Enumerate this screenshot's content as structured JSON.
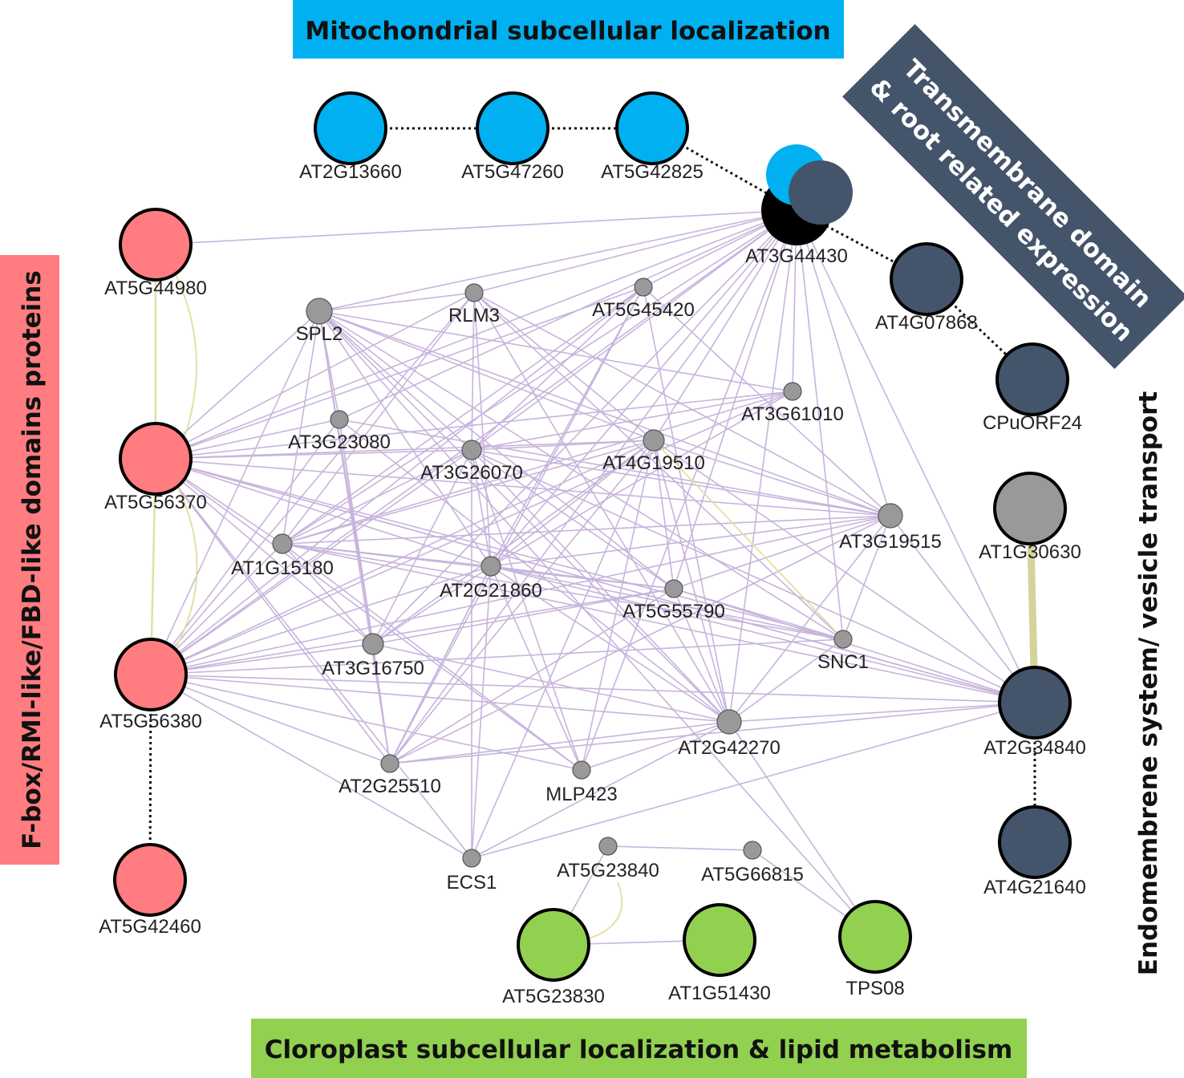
{
  "groups": {
    "mitochondrial": {
      "label": "Mitochondrial subcellular localization",
      "color": "#00b0f0"
    },
    "transmembrane": {
      "line1": "Transmembrane domain",
      "line2": "& root related expression",
      "color": "#44546a"
    },
    "fbox": {
      "label": "F-box/RMI-like/FBD-like domains proteins",
      "color": "#ff7c80"
    },
    "endomembrane": {
      "label": "Endomembrene system/  vesicle transport"
    },
    "chloroplast": {
      "label": "Cloroplast subcellular localization & lipid metabolism",
      "color": "#92d050"
    }
  },
  "colors": {
    "gray_node": "#999999",
    "dark_node": "#44546a",
    "blue_node": "#00b0f0",
    "red_node": "#ff7c80",
    "green_node": "#92d050",
    "edge_interaction": "#c8b4dc",
    "edge_coexpression": "#e4dfa4",
    "edge_link": "#111111"
  },
  "nodes": [
    {
      "id": "AT2G13660",
      "label": "AT2G13660"
    },
    {
      "id": "AT5G47260",
      "label": "AT5G47260"
    },
    {
      "id": "AT5G42825",
      "label": "AT5G42825"
    },
    {
      "id": "AT3G44430",
      "label": "AT3G44430"
    },
    {
      "id": "AT4G07868",
      "label": "AT4G07868"
    },
    {
      "id": "CPuORF24",
      "label": "CPuORF24"
    },
    {
      "id": "AT1G30630",
      "label": "AT1G30630"
    },
    {
      "id": "AT2G34840",
      "label": "AT2G34840"
    },
    {
      "id": "AT4G21640",
      "label": "AT4G21640"
    },
    {
      "id": "AT5G44980",
      "label": "AT5G44980"
    },
    {
      "id": "AT5G56370",
      "label": "AT5G56370"
    },
    {
      "id": "AT5G56380",
      "label": "AT5G56380"
    },
    {
      "id": "AT5G42460",
      "label": "AT5G42460"
    },
    {
      "id": "SPL2",
      "label": "SPL2"
    },
    {
      "id": "RLM3",
      "label": "RLM3"
    },
    {
      "id": "AT5G45420",
      "label": "AT5G45420"
    },
    {
      "id": "AT3G61010",
      "label": "AT3G61010"
    },
    {
      "id": "AT3G23080",
      "label": "AT3G23080"
    },
    {
      "id": "AT3G26070",
      "label": "AT3G26070"
    },
    {
      "id": "AT4G19510",
      "label": "AT4G19510"
    },
    {
      "id": "AT3G19515",
      "label": "AT3G19515"
    },
    {
      "id": "AT1G15180",
      "label": "AT1G15180"
    },
    {
      "id": "AT2G21860",
      "label": "AT2G21860"
    },
    {
      "id": "AT5G55790",
      "label": "AT5G55790"
    },
    {
      "id": "SNC1",
      "label": "SNC1"
    },
    {
      "id": "AT3G16750",
      "label": "AT3G16750"
    },
    {
      "id": "AT2G42270",
      "label": "AT2G42270"
    },
    {
      "id": "AT2G25510",
      "label": "AT2G25510"
    },
    {
      "id": "MLP423",
      "label": "MLP423"
    },
    {
      "id": "ECS1",
      "label": "ECS1"
    },
    {
      "id": "AT5G23840",
      "label": "AT5G23840"
    },
    {
      "id": "AT5G66815",
      "label": "AT5G66815"
    },
    {
      "id": "AT5G23830",
      "label": "AT5G23830"
    },
    {
      "id": "AT1G51430",
      "label": "AT1G51430"
    },
    {
      "id": "TPS08",
      "label": "TPS08"
    }
  ]
}
